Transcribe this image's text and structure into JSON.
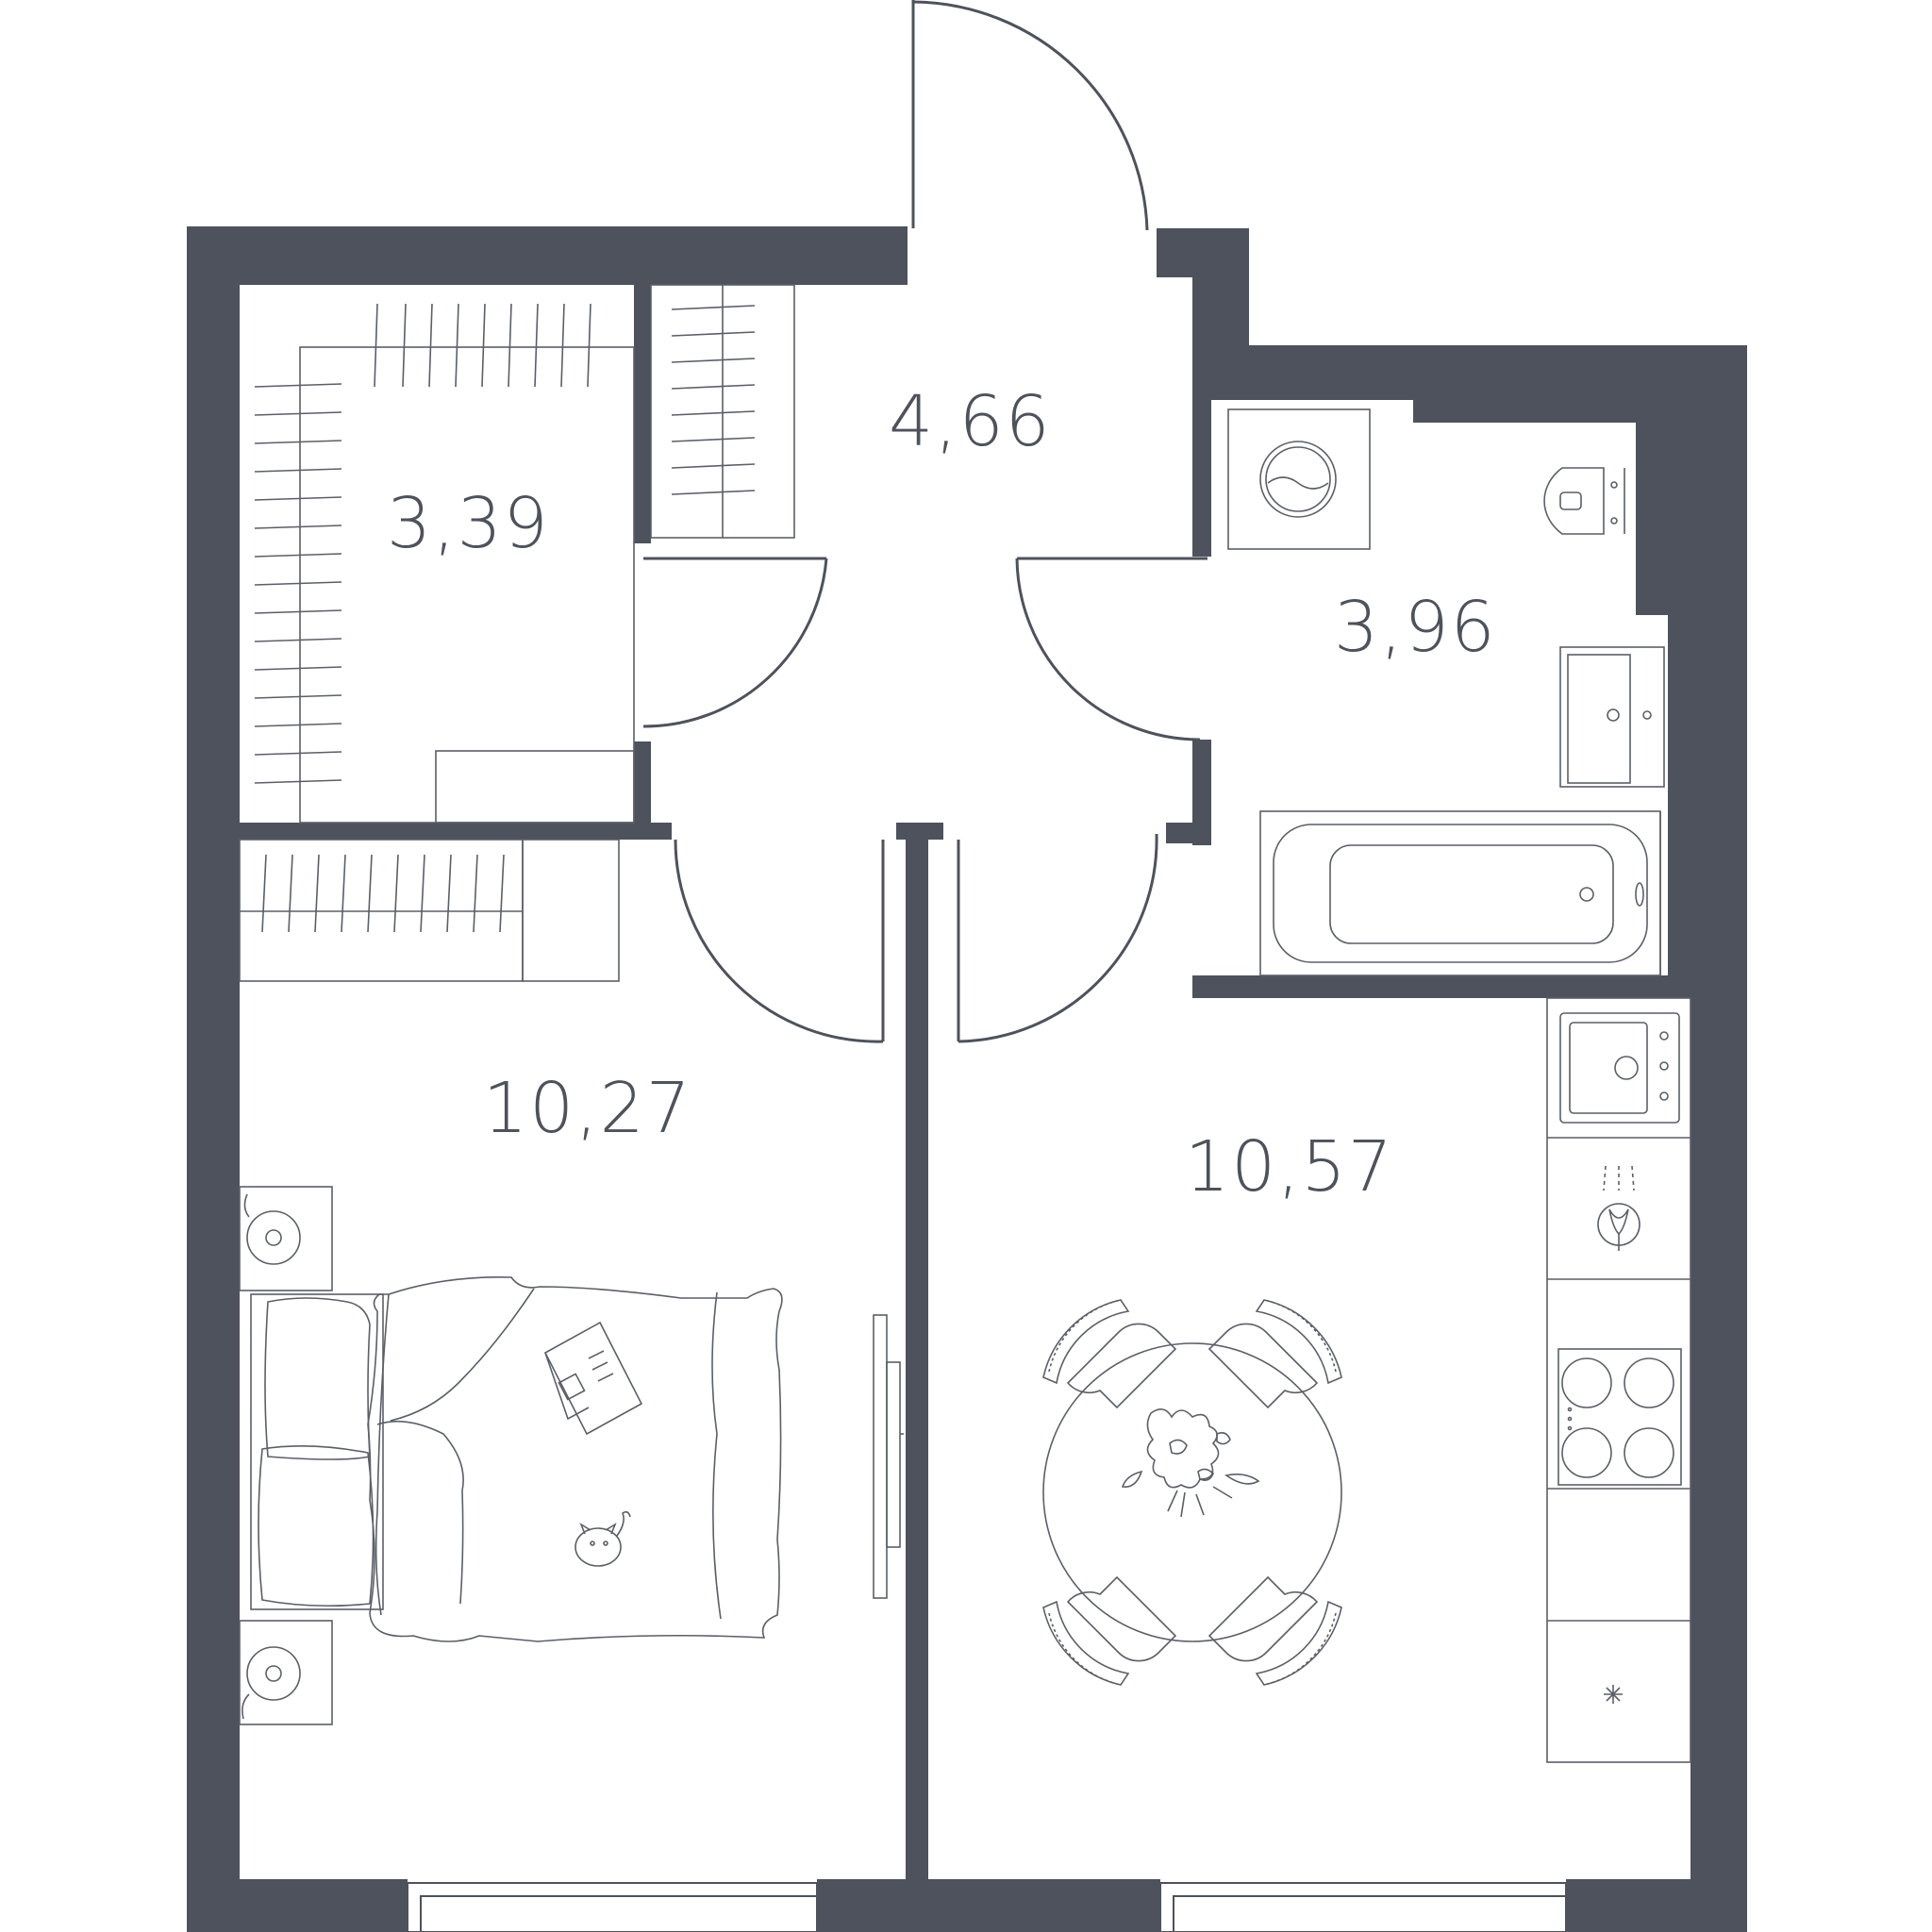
{
  "colors": {
    "wall": "#4d525c",
    "line": "#5a5f68",
    "background": "#ffffff"
  },
  "rooms": [
    {
      "id": "storage",
      "area": "3,39"
    },
    {
      "id": "hallway",
      "area": "4,66"
    },
    {
      "id": "bathroom",
      "area": "3,96"
    },
    {
      "id": "bedroom",
      "area": "10,27"
    },
    {
      "id": "kitchen-living",
      "area": "10,57"
    }
  ],
  "icons": [
    "washing-machine-icon",
    "toilet-icon",
    "sink-icon",
    "bathtub-icon",
    "kitchen-sink-icon",
    "oven-icon",
    "cooktop-icon",
    "fridge-icon",
    "bed-icon",
    "laptop-icon",
    "cat-icon",
    "nightstand-lamp-icon",
    "dining-table-icon",
    "chair-icon",
    "tv-icon",
    "wardrobe-icon"
  ]
}
